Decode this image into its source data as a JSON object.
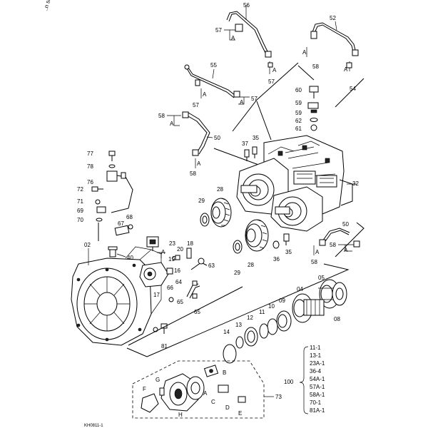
{
  "diagram": {
    "corner_note": "..n sue",
    "footer_code": "KH0811-1",
    "callouts": {
      "c02": "02",
      "c04": "04",
      "c05": "05",
      "c08": "08",
      "c09": "09",
      "c10": "10",
      "c11": "11",
      "c12": "12",
      "c13": "13",
      "c14": "14",
      "c16": "16",
      "c17": "17",
      "c18": "18",
      "c19": "19",
      "c20": "20",
      "c23": "23",
      "c28a": "28",
      "c28b": "28",
      "c29a": "29",
      "c29b": "29",
      "c32": "32",
      "c35a": "35",
      "c35b": "35",
      "c36": "36",
      "c37": "37",
      "c40": "40",
      "c50a": "50",
      "c50b": "50",
      "c52": "52",
      "c54": "54",
      "c55": "55",
      "c56": "56",
      "c57a": "57",
      "c57b": "57",
      "c57c": "57",
      "c57d": "57",
      "c58a": "58",
      "c58b": "58",
      "c58c": "58",
      "c58d": "58",
      "c58e": "58",
      "c59": "59",
      "c60": "60",
      "c61": "61",
      "c62": "62",
      "c63": "63",
      "c64": "64",
      "c65a": "65",
      "c65b": "65",
      "c66": "66",
      "c67": "67",
      "c68": "68",
      "c69": "69",
      "c70": "70",
      "c71": "71",
      "c72": "72",
      "c73": "73",
      "c76": "76",
      "c77": "77",
      "c78": "78",
      "c81": "81",
      "A1": "A",
      "A2": "A",
      "A3": "A",
      "A4": "A",
      "A5": "A",
      "A6": "A",
      "A7": "A",
      "A8": "A",
      "A9": "A",
      "A10": "A",
      "lA": "A",
      "lB": "B",
      "lC": "C",
      "lD": "D",
      "lE": "E",
      "lF": "F",
      "lG": "G",
      "lH": "H"
    },
    "kit": {
      "number": "100",
      "items": [
        "11-1",
        "13-1",
        "23A-1",
        "36-4",
        "54A-1",
        "57A-1",
        "58A-1",
        "70-1",
        "81A-1"
      ]
    }
  }
}
